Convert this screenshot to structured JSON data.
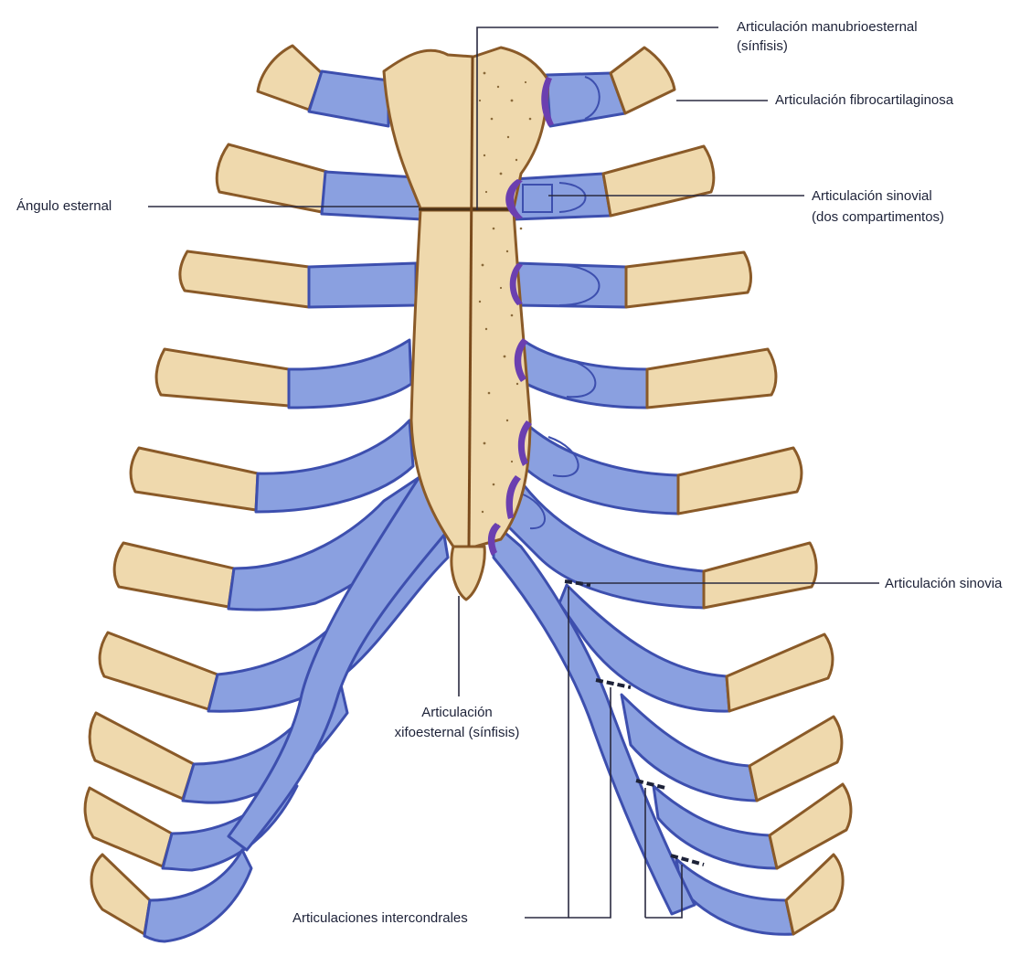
{
  "labels": {
    "manubriosternal_line1": "Articulación manubrioesternal",
    "manubriosternal_line2": "(sínfisis)",
    "fibrocartilaginous": "Articulación fibrocartilaginosa",
    "sternal_angle": "Ángulo esternal",
    "synovial_two_line1": "Articulación sinovial",
    "synovial_two_line2": "(dos compartimentos)",
    "synovial": "Articulación sinovia",
    "xiphisternal_line1": "Articulación",
    "xiphisternal_line2": "xifoesternal (sínfisis)",
    "interchondral": "Articulaciones intercondrales"
  },
  "colors": {
    "bone": "#efd9ad",
    "bone_outline": "#8a5a28",
    "cartilage": "#8aa0e0",
    "cartilage_outline": "#3d4fae",
    "synovial_capsule": "#6b3fb0",
    "label_text": "#1d2238"
  }
}
